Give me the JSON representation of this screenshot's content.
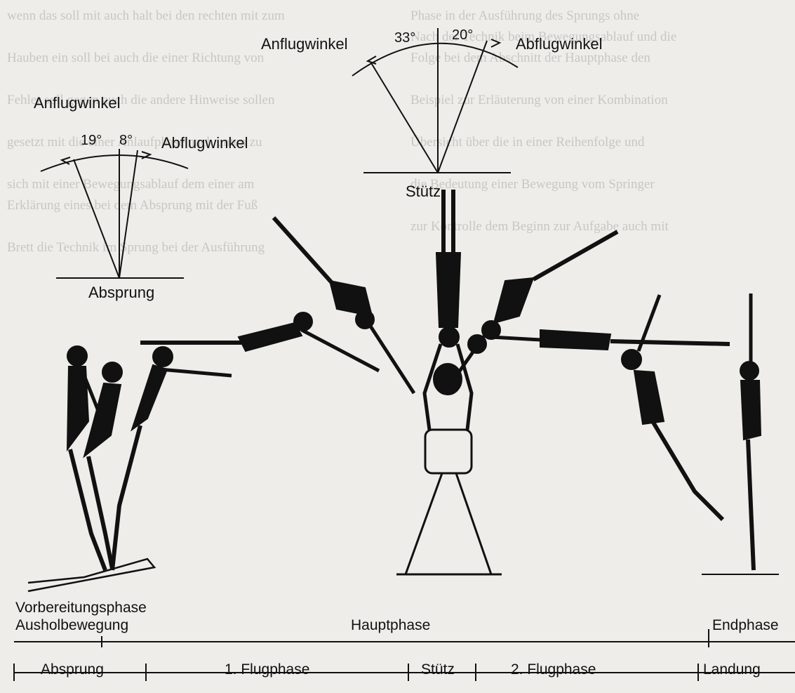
{
  "left_angle": {
    "title_in": "Anflugwinkel",
    "title_out": "Abflugwinkel",
    "in_deg": "19°",
    "out_deg": "8°",
    "base": "Absprung"
  },
  "top_angle": {
    "title_in": "Anflugwinkel",
    "title_out": "Abflugwinkel",
    "in_deg": "33°",
    "out_deg": "20°",
    "base": "Stütz"
  },
  "phases_upper": {
    "prep_1": "Vorbereitungsphase",
    "prep_2": "Ausholbewegung",
    "main": "Hauptphase",
    "end": "Endphase"
  },
  "phases_lower": {
    "a": "Absprung",
    "b": "1. Flugphase",
    "c": "Stütz",
    "d": "2. Flugphase",
    "e": "Landung"
  },
  "colors": {
    "ink": "#111111",
    "paper": "#eeedea",
    "bleed": "#c9c7c2"
  }
}
